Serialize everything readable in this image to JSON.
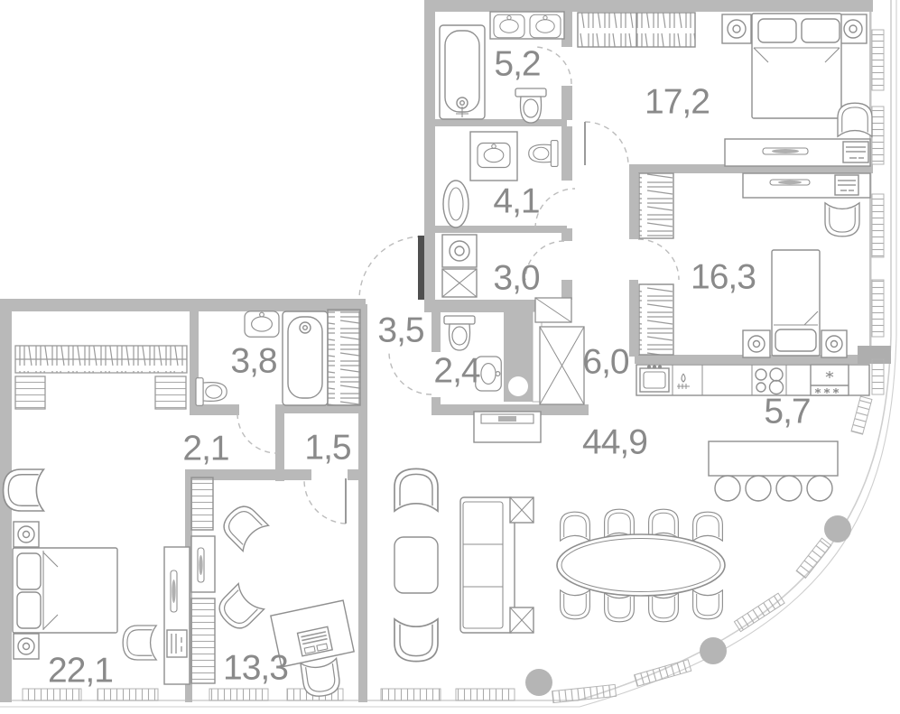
{
  "title": "apartment-floor-plan",
  "units": "m2",
  "rooms": [
    {
      "id": "bathroom-top",
      "area": "5,2"
    },
    {
      "id": "bedroom-master",
      "area": "17,2"
    },
    {
      "id": "bathroom-mid",
      "area": "4,1"
    },
    {
      "id": "laundry",
      "area": "3,0"
    },
    {
      "id": "bedroom-second",
      "area": "16,3"
    },
    {
      "id": "entry-hall",
      "area": "3,5"
    },
    {
      "id": "wc-left",
      "area": "3,8"
    },
    {
      "id": "wc-center",
      "area": "2,4"
    },
    {
      "id": "storage",
      "area": "6,0"
    },
    {
      "id": "kitchen",
      "area": "5,7"
    },
    {
      "id": "hallway",
      "area": "2,1"
    },
    {
      "id": "closet",
      "area": "1,5"
    },
    {
      "id": "living-dining",
      "area": "44,9"
    },
    {
      "id": "bedroom-left",
      "area": "22,1"
    },
    {
      "id": "office",
      "area": "13,3"
    }
  ],
  "colors": {
    "wall": "#b9b9b9",
    "furniture_line": "#8f8f8f",
    "label": "#8a8a8a",
    "glass_facade": "#cfcfcf",
    "door_leaf": "#4f4f4f",
    "column": "#b5b5b5"
  }
}
